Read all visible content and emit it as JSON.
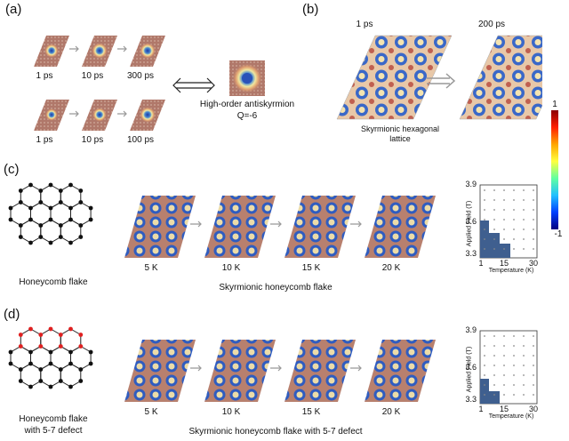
{
  "panels": {
    "a": {
      "label": "(a)",
      "row1_times": [
        "1 ps",
        "10 ps",
        "300 ps"
      ],
      "row2_times": [
        "1 ps",
        "10 ps",
        "100 ps"
      ],
      "result_title": "High-order antiskyrmion",
      "result_q": "Q=-6"
    },
    "b": {
      "label": "(b)",
      "times": [
        "1 ps",
        "200 ps"
      ],
      "caption_line1": "Skyrmionic hexagonal",
      "caption_line2": "lattice"
    },
    "c": {
      "label": "(c)",
      "left_caption": "Honeycomb flake",
      "temps": [
        "5 K",
        "10 K",
        "15 K",
        "20 K"
      ],
      "caption": "Skyrmionic honeycomb flake",
      "phase": {
        "y_ticks": [
          "3.9",
          "3.6",
          "3.3"
        ],
        "x_ticks": [
          "1",
          "15",
          "30"
        ],
        "ylabel": "Applied Field (T)",
        "xlabel": "Temperature (K)"
      }
    },
    "d": {
      "label": "(d)",
      "left_caption_line1": "Honeycomb flake",
      "left_caption_line2": "with 5-7 defect",
      "temps": [
        "5 K",
        "10 K",
        "15 K",
        "20 K"
      ],
      "caption": "Skyrmionic honeycomb flake with 5-7 defect",
      "phase": {
        "y_ticks": [
          "3.9",
          "3.6",
          "3.3"
        ],
        "x_ticks": [
          "1",
          "15",
          "30"
        ],
        "ylabel": "Applied Field (T)",
        "xlabel": "Temperature (K)"
      }
    }
  },
  "colorbar": {
    "max_label": "1",
    "min_label": "-1",
    "colors": [
      "#8b0000",
      "#ff2000",
      "#ffa500",
      "#ffff40",
      "#60ffa0",
      "#20c0ff",
      "#0040ff",
      "#000080"
    ]
  },
  "spin_colors": {
    "background": "#b07a6a",
    "core": "#2a52b8",
    "ring": "#e6d5a8"
  }
}
